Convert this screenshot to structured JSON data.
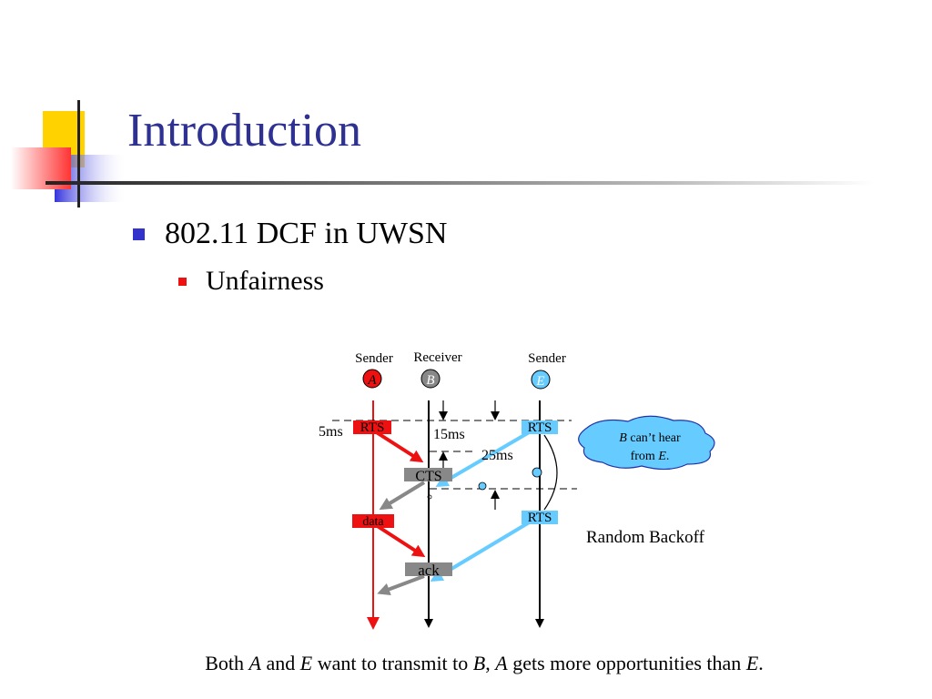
{
  "slide": {
    "title": "Introduction",
    "bullets": [
      {
        "text": "802.11 DCF in UWSN",
        "level": 1
      },
      {
        "text": "Unfairness",
        "level": 2
      }
    ]
  },
  "diagram": {
    "nodes": [
      {
        "role": "Sender",
        "letter": "A",
        "color": "#ee1111"
      },
      {
        "role": "Receiver",
        "letter": "B",
        "color": "#888888"
      },
      {
        "role": "Sender",
        "letter": "E",
        "color": "#66ccff"
      }
    ],
    "frames": {
      "a_rts": "RTS",
      "e_rts_1": "RTS",
      "e_rts_2": "RTS",
      "cts": "CTS",
      "data": "data",
      "ack": "ack"
    },
    "timings": {
      "t5": "5ms",
      "t15": "15ms",
      "t25": "25ms"
    },
    "cloud": {
      "line1_b": "B",
      "line1_rest": " can’t hear",
      "line2_pre": "from ",
      "line2_e": "E",
      "line2_post": "."
    },
    "backoff_label": "Random Backoff"
  },
  "caption": {
    "p1": "Both ",
    "a": "A",
    "p2": " and ",
    "e": "E",
    "p3": " want to transmit to ",
    "b": "B",
    "p4": ", ",
    "a2": "A",
    "p5": " gets more opportunities than ",
    "e2": "E",
    "p6": "."
  },
  "colors": {
    "title": "#2e3192",
    "accent_yellow": "#ffd200",
    "accent_blue": "#3333dd",
    "accent_red": "#ff4444",
    "sender_a": "#ee1111",
    "sender_e": "#66ccff",
    "receiver": "#888888",
    "cloud_fill": "#66ccff"
  }
}
